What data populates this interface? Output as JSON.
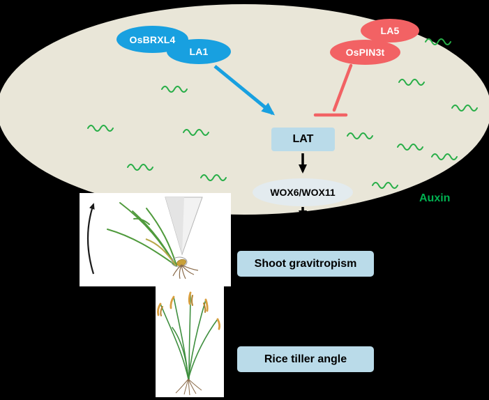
{
  "nodes": {
    "osbrxl4": "OsBRXL4",
    "la1": "LA1",
    "la5": "LA5",
    "ospin3t": "OsPIN3t",
    "lat": "LAT",
    "wox": "WOX6/WOX11"
  },
  "labels": {
    "auxin": "Auxin",
    "shoot_gravitropism": "Shoot gravitropism",
    "rice_tiller_angle": "Rice tiller angle"
  },
  "colors": {
    "background": "#000000",
    "cell_fill": "#e9e6d8",
    "activator_node_blue": "#18a0e0",
    "repressor_node_red": "#f26264",
    "process_box_blue": "#badbe9",
    "wox_ellipse_fill": "#e3ebef",
    "auxin_green": "#00b050",
    "squiggle_green": "#27ae47",
    "arrow_black": "#000000"
  },
  "icons": {
    "auxin_squiggle": "∿",
    "activation": "→",
    "inhibition": "⊣"
  }
}
